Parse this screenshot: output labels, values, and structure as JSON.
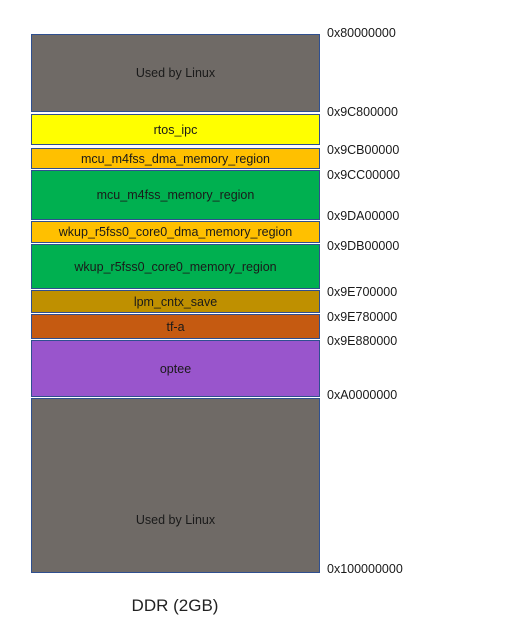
{
  "regions": [
    {
      "id": "linux-top",
      "label": "Used by Linux",
      "color": "#6f6a66"
    },
    {
      "id": "rtos-ipc",
      "label": "rtos_ipc",
      "color": "#ffff00"
    },
    {
      "id": "mcu-dma",
      "label": "mcu_m4fss_dma_memory_region",
      "color": "#ffc000"
    },
    {
      "id": "mcu-mem",
      "label": "mcu_m4fss_memory_region",
      "color": "#00b050"
    },
    {
      "id": "wkup-dma",
      "label": "wkup_r5fss0_core0_dma_memory_region",
      "color": "#ffc000"
    },
    {
      "id": "wkup-mem",
      "label": "wkup_r5fss0_core0_memory_region",
      "color": "#00b050"
    },
    {
      "id": "lpm",
      "label": "lpm_cntx_save",
      "color": "#bf9000"
    },
    {
      "id": "tfa",
      "label": "tf-a",
      "color": "#c55a11"
    },
    {
      "id": "optee",
      "label": "optee",
      "color": "#9955cc"
    },
    {
      "id": "linux-bottom",
      "label": "Used by Linux",
      "color": "#6f6a66"
    }
  ],
  "addresses": [
    "0x80000000",
    "0x9C800000",
    "0x9CB00000",
    "0x9CC00000",
    "0x9DA00000",
    "0x9DB00000",
    "0x9E700000",
    "0x9E780000",
    "0x9E880000",
    "0xA0000000",
    "0x100000000"
  ],
  "caption": "DDR (2GB)"
}
